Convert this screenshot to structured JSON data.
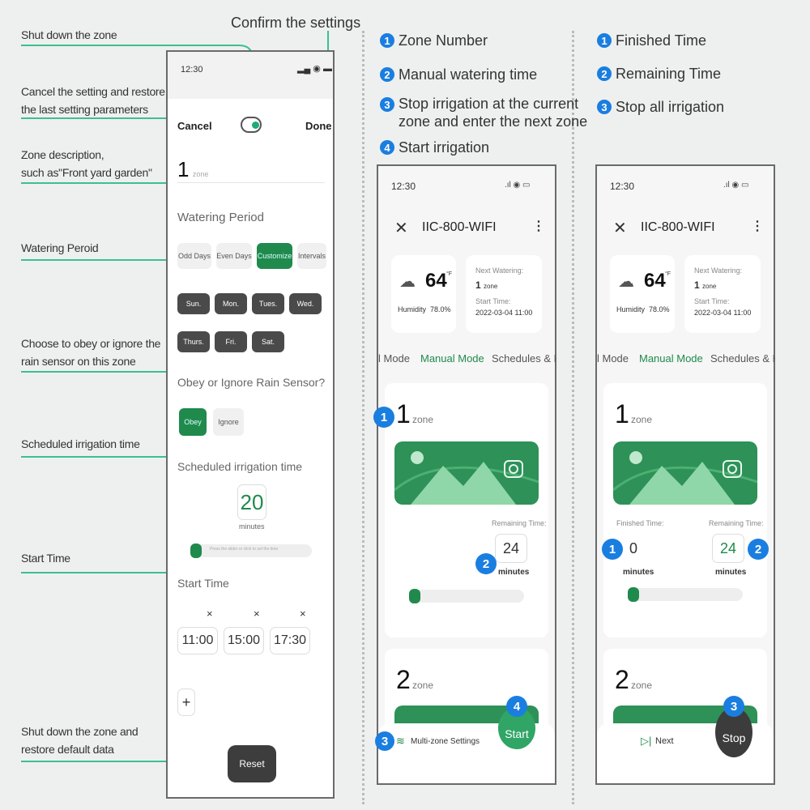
{
  "annotations": {
    "confirm": "Confirm the settings",
    "shut_down_zone": "Shut down the zone",
    "cancel_line1": "Cancel the setting and restore",
    "cancel_line2": "the last setting parameters",
    "zone_desc_line1": "Zone description,",
    "zone_desc_line2": "such as\"Front yard garden\"",
    "watering_period": "Watering Peroid",
    "rain_line1": "Choose to obey or ignore the",
    "rain_line2": "rain sensor on this zone",
    "scheduled": "Scheduled irrigation time",
    "start_time": "Start Time",
    "reset_line1": "Shut down the zone and",
    "reset_line2": "restore default data"
  },
  "colors": {
    "accent": "#1f8a4c",
    "annotation": "#3cc08f",
    "badge": "#1a7ee0"
  },
  "settings_phone": {
    "time": "12:30",
    "cancel": "Cancel",
    "done": "Done",
    "zone_number": "1",
    "zone_placeholder": "zone",
    "watering_period_title": "Watering Period",
    "period_options": [
      "Odd Days",
      "Even Days",
      "Customize",
      "Intervals"
    ],
    "selected_period": "Customize",
    "days": [
      "Sun.",
      "Mon.",
      "Tues.",
      "Wed.",
      "Thurs.",
      "Fri.",
      "Sat."
    ],
    "rain_title": "Obey or Ignore Rain Sensor?",
    "obey": "Obey",
    "ignore": "Ignore",
    "scheduled_title": "Scheduled irrigation time",
    "minutes_value": "20",
    "minutes_label": "minutes",
    "slider_hint": "Press the slider or click to set the time",
    "start_time_title": "Start Time",
    "start_times": [
      "11:00",
      "15:00",
      "17:30"
    ],
    "remove_icon": "×",
    "add": "+",
    "reset": "Reset"
  },
  "legend_middle": [
    "Zone Number",
    "Manual watering time",
    "Stop irrigation at the current",
    "zone and enter the next zone",
    "Start irrigation"
  ],
  "legend_right": [
    "Finished Time",
    "Remaining Time",
    "Stop all irrigation"
  ],
  "badge_numbers": [
    "1",
    "2",
    "3",
    "4"
  ],
  "device_phone": {
    "time": "12:30",
    "title": "IIC-800-WIFI",
    "temperature": "64",
    "temp_unit": "°F",
    "humidity": "Humidity  78.0%",
    "next_watering_label": "Next Watering:",
    "next_zone_num": "1",
    "zone_word": "zone",
    "start_time_label": "Start Time:",
    "start_time_value": "2022-03-04 11:00",
    "tabs": [
      "l Mode",
      "Manual Mode",
      "Schedules & Hi"
    ],
    "active_tab": "Manual Mode",
    "zone1": "1",
    "zone2": "2",
    "remaining_label": "Remaining Time:",
    "finished_label": "Finished Time:",
    "remaining_value": "24",
    "finished_value": "0",
    "minutes": "minutes",
    "multi_zone": "Multi-zone Settings",
    "start": "Start",
    "next": "Next",
    "stop": "Stop"
  }
}
